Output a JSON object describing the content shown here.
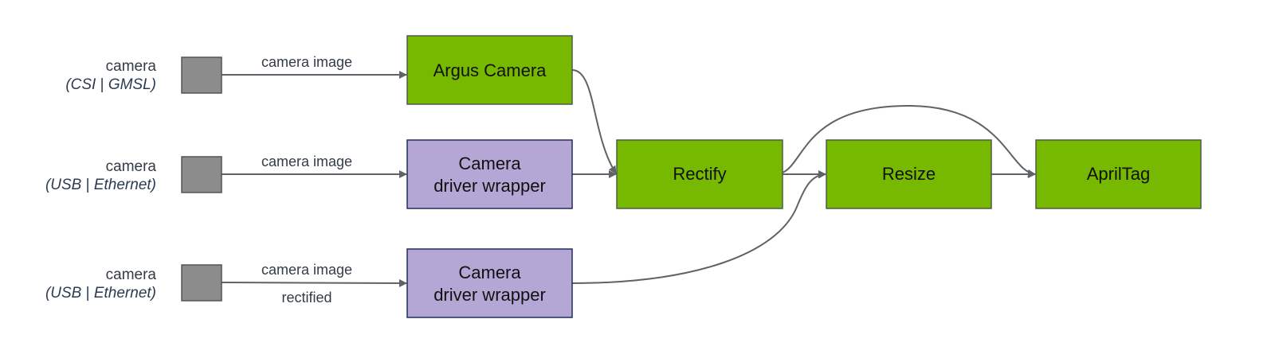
{
  "colors": {
    "green": "#76b900",
    "green_border": "#4f5a4a",
    "purple": "#b4a7d6",
    "purple_border": "#1f2f5a",
    "source_fill": "#8c8c8c",
    "source_border": "#555555",
    "edge": "#5f6368"
  },
  "sources": [
    {
      "id": "src1",
      "label": "camera",
      "sub_parts": [
        [
          "(CSI",
          true
        ],
        [
          " | ",
          false
        ],
        [
          "GMSL)",
          true
        ]
      ]
    },
    {
      "id": "src2",
      "label": "camera",
      "sub_parts": [
        [
          "(USB",
          true
        ],
        [
          " | ",
          false
        ],
        [
          "Ethernet)",
          true
        ]
      ]
    },
    {
      "id": "src3",
      "label": "camera",
      "sub_parts": [
        [
          "(USB",
          true
        ],
        [
          " | ",
          false
        ],
        [
          "Ethernet)",
          true
        ]
      ]
    }
  ],
  "edge_labels": {
    "src1_to_argus": "camera image",
    "src2_to_driver1": "camera image",
    "src3_to_driver2": "camera image",
    "src3_to_driver2_below": "rectified"
  },
  "nodes": {
    "argus": {
      "lines": [
        "Argus Camera"
      ],
      "style": "green"
    },
    "driver1": {
      "lines": [
        "Camera",
        "driver wrapper"
      ],
      "style": "purple"
    },
    "driver2": {
      "lines": [
        "Camera",
        "driver wrapper"
      ],
      "style": "purple"
    },
    "rectify": {
      "lines": [
        "Rectify"
      ],
      "style": "green"
    },
    "resize": {
      "lines": [
        "Resize"
      ],
      "style": "green"
    },
    "apriltag": {
      "lines": [
        "AprilTag"
      ],
      "style": "green"
    }
  }
}
